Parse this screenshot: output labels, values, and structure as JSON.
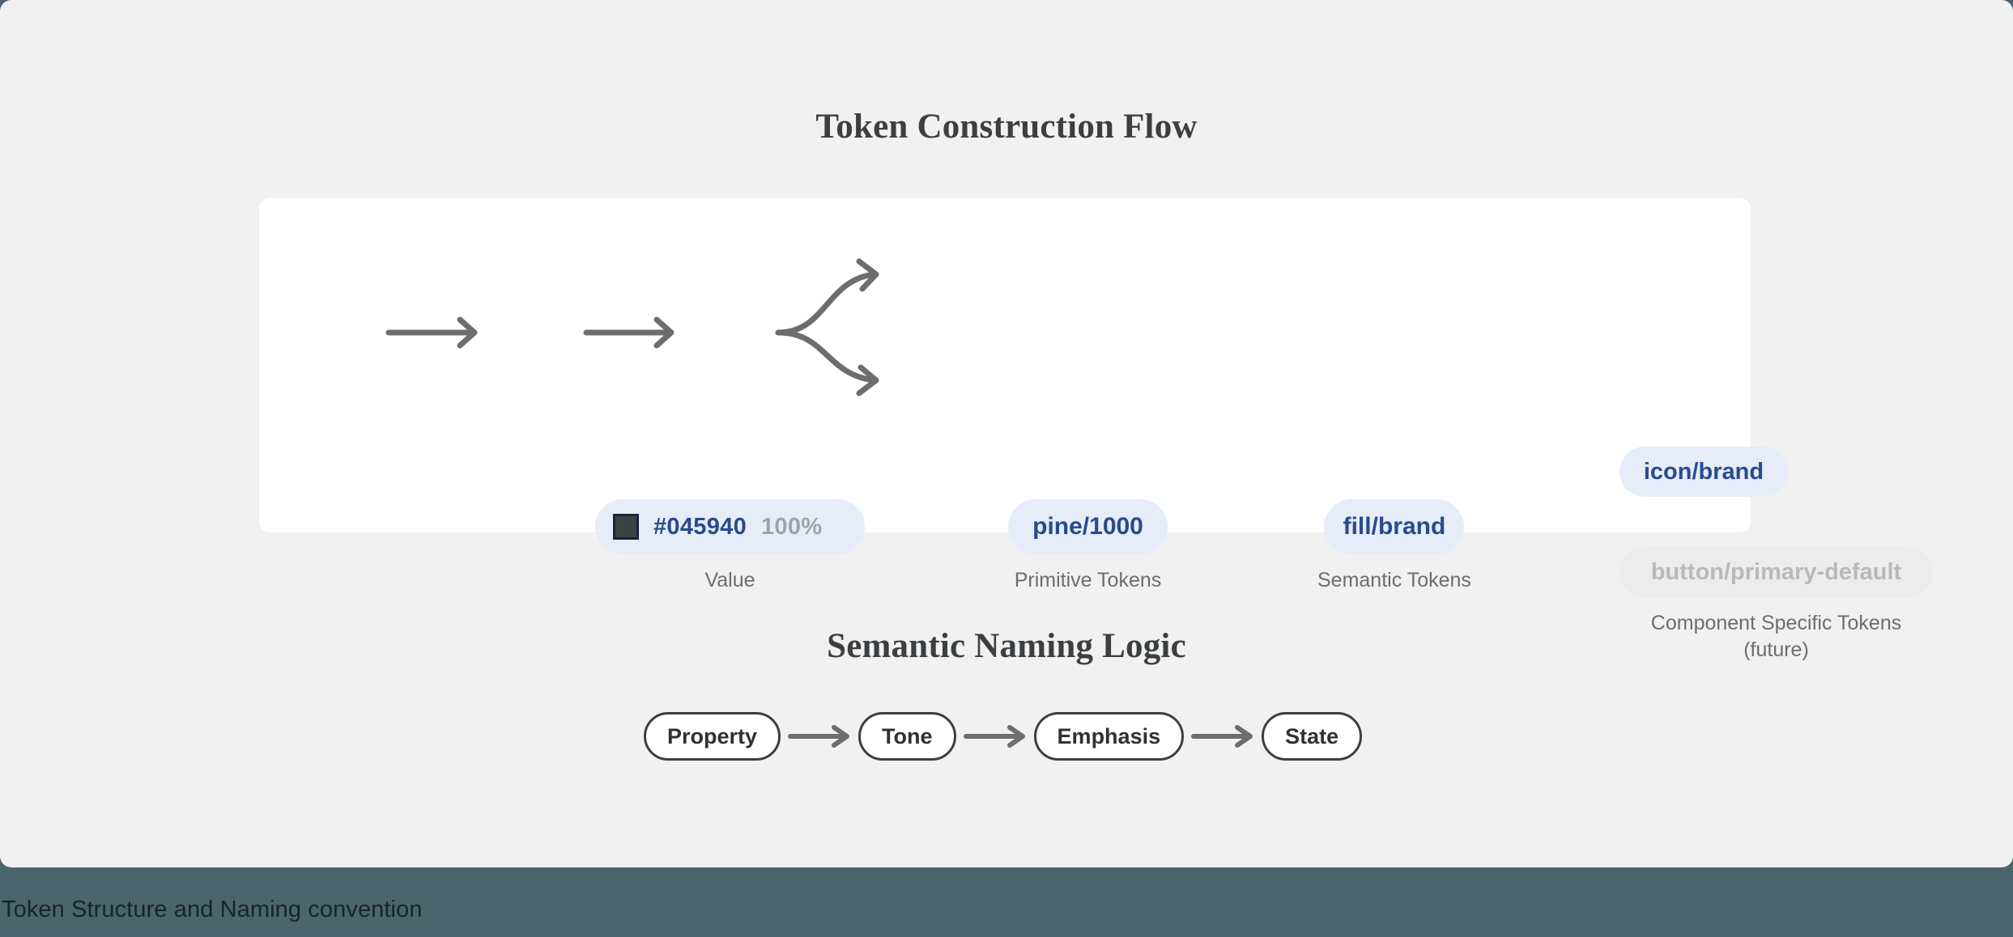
{
  "caption_bar": {
    "text": "Token Structure and Naming convention",
    "background": "#4a656e",
    "text_color": "#16242e"
  },
  "sections": {
    "flow": {
      "title": "Token Construction Flow",
      "nodes": {
        "value": {
          "swatch_color": "#3d4342",
          "hex": "#045940",
          "alpha": "100%",
          "caption": "Value"
        },
        "primitive": {
          "label": "pine/1000",
          "caption": "Primitive Tokens"
        },
        "semantic": {
          "label": "fill/brand",
          "caption": "Semantic Tokens"
        },
        "icon_brand": {
          "label": "icon/brand",
          "caption": ""
        },
        "component": {
          "label": "button/primary-default",
          "caption": "Component Specific Tokens\n(future)"
        }
      }
    },
    "naming": {
      "title": "Semantic Naming Logic",
      "steps": [
        {
          "label": "Property"
        },
        {
          "label": "Tone"
        },
        {
          "label": "Emphasis"
        },
        {
          "label": "State"
        }
      ]
    }
  },
  "colors": {
    "page_background": "#f1f1f1",
    "card_background": "#ffffff",
    "chip_blue_bg": "#e6ecf8",
    "chip_blue_text": "#284b8c",
    "chip_muted_bg": "#ececec",
    "chip_muted_text": "#b9b9b9",
    "arrow": "#6d6d6d",
    "caption_text": "#6d6d6d",
    "title_text": "#3c3f41"
  }
}
